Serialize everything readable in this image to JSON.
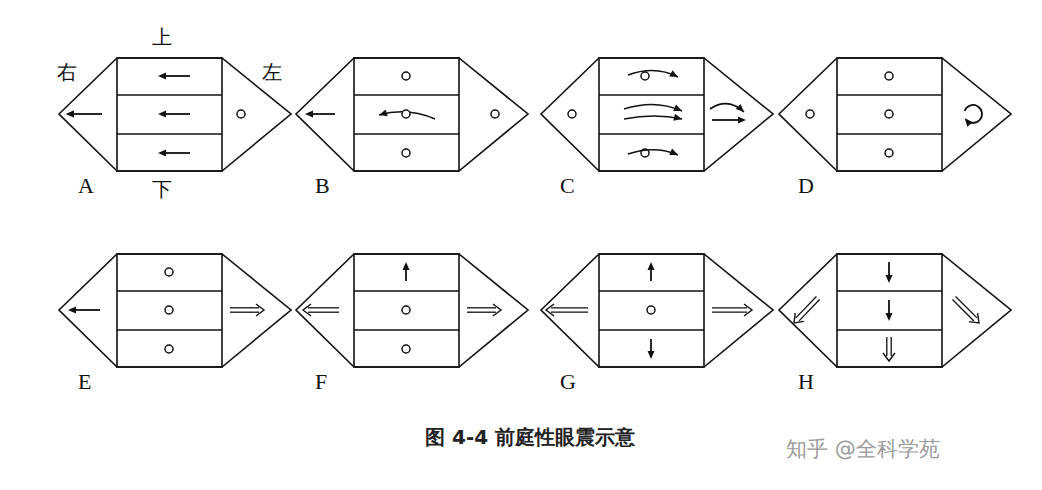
{
  "diagram": {
    "caption": "图 4-4 前庭性眼震示意",
    "nodes": [
      {
        "text": [
          "A"
        ]
      },
      {
        "text": [
          "B"
        ]
      },
      {
        "text": [
          "C"
        ]
      },
      {
        "text": [
          "D"
        ]
      },
      {
        "text": [
          "E"
        ]
      },
      {
        "text": [
          "F"
        ]
      },
      {
        "text": [
          "G"
        ]
      },
      {
        "text": [
          "H"
        ]
      }
    ],
    "labels": [
      "右",
      "上",
      "左",
      "下",
      "知乎 @全科学苑"
    ]
  }
}
